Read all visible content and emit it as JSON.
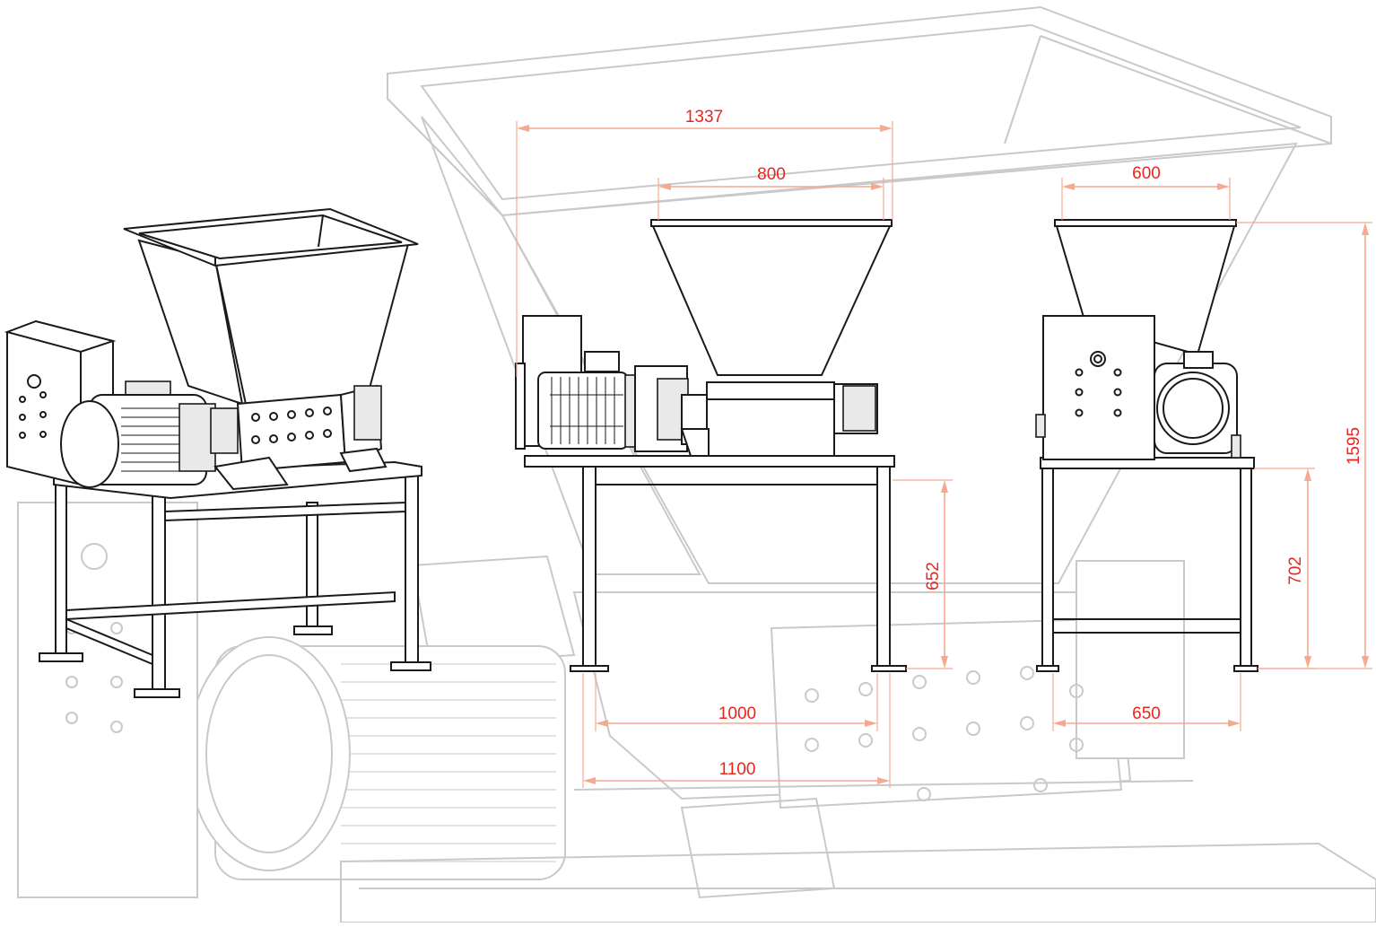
{
  "dimensions": {
    "front_total_width": "1337",
    "front_hopper_width": "800",
    "front_leg_height": "652",
    "front_inner_leg_span": "1000",
    "front_outer_leg_span": "1100",
    "side_hopper_width": "600",
    "side_total_height": "1595",
    "side_leg_height": "702",
    "side_leg_span": "650"
  },
  "colors": {
    "dimension_text": "#e8251f",
    "dimension_line": "#f6a98e",
    "drawing_line": "#1a1a1a",
    "background_drawing": "#c9c9c9"
  }
}
